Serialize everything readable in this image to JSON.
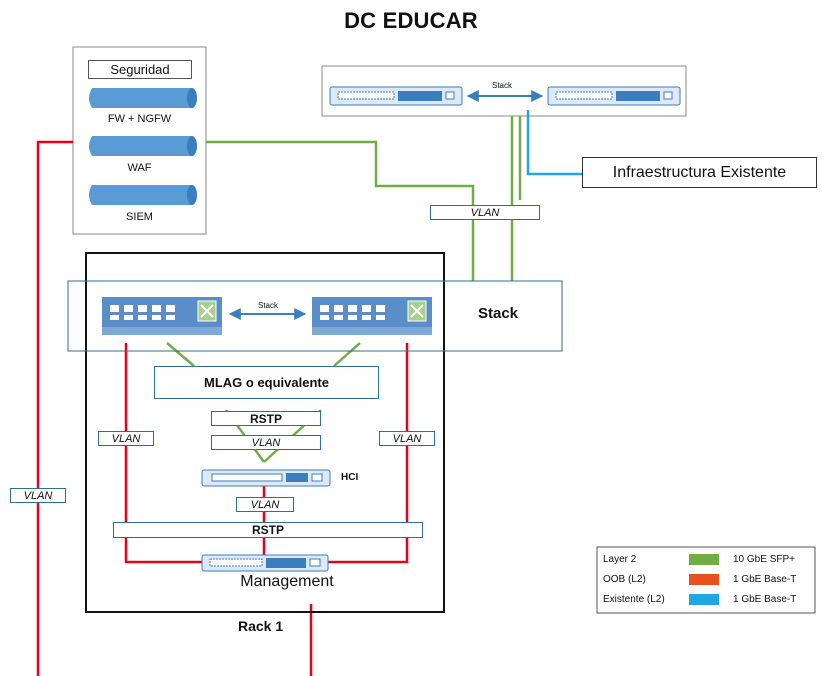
{
  "title": "DC EDUCAR",
  "security": {
    "header": "Seguridad",
    "items": [
      "FW + NGFW",
      "WAF",
      "SIEM"
    ]
  },
  "top_stack": {
    "label": "Stack"
  },
  "existing_infra": {
    "label": "Infraestructura Existente"
  },
  "vlan_label": "VLAN",
  "rack": {
    "stack_label": "Stack",
    "inner_stack_label": "Stack",
    "mlag": "MLAG o equivalente",
    "rstp_upper": "RSTP",
    "rstp_lower": "RSTP",
    "hci": "HCI",
    "management": "Management",
    "rack_label": "Rack 1"
  },
  "legend": [
    {
      "type": "Layer 2",
      "desc": "10 GbE SFP+",
      "color": "#70ad47"
    },
    {
      "type": "OOB (L2)",
      "desc": "1 GbE Base-T",
      "color": "#e8501d"
    },
    {
      "type": "Existente (L2)",
      "desc": "1 GbE Base-T",
      "color": "#1ea7e1"
    }
  ],
  "colors": {
    "green": "#70ad47",
    "red": "#e8001a",
    "blue": "#1ea7e1",
    "device": "#3a7ebf",
    "box_border": "#2f6f8f"
  }
}
